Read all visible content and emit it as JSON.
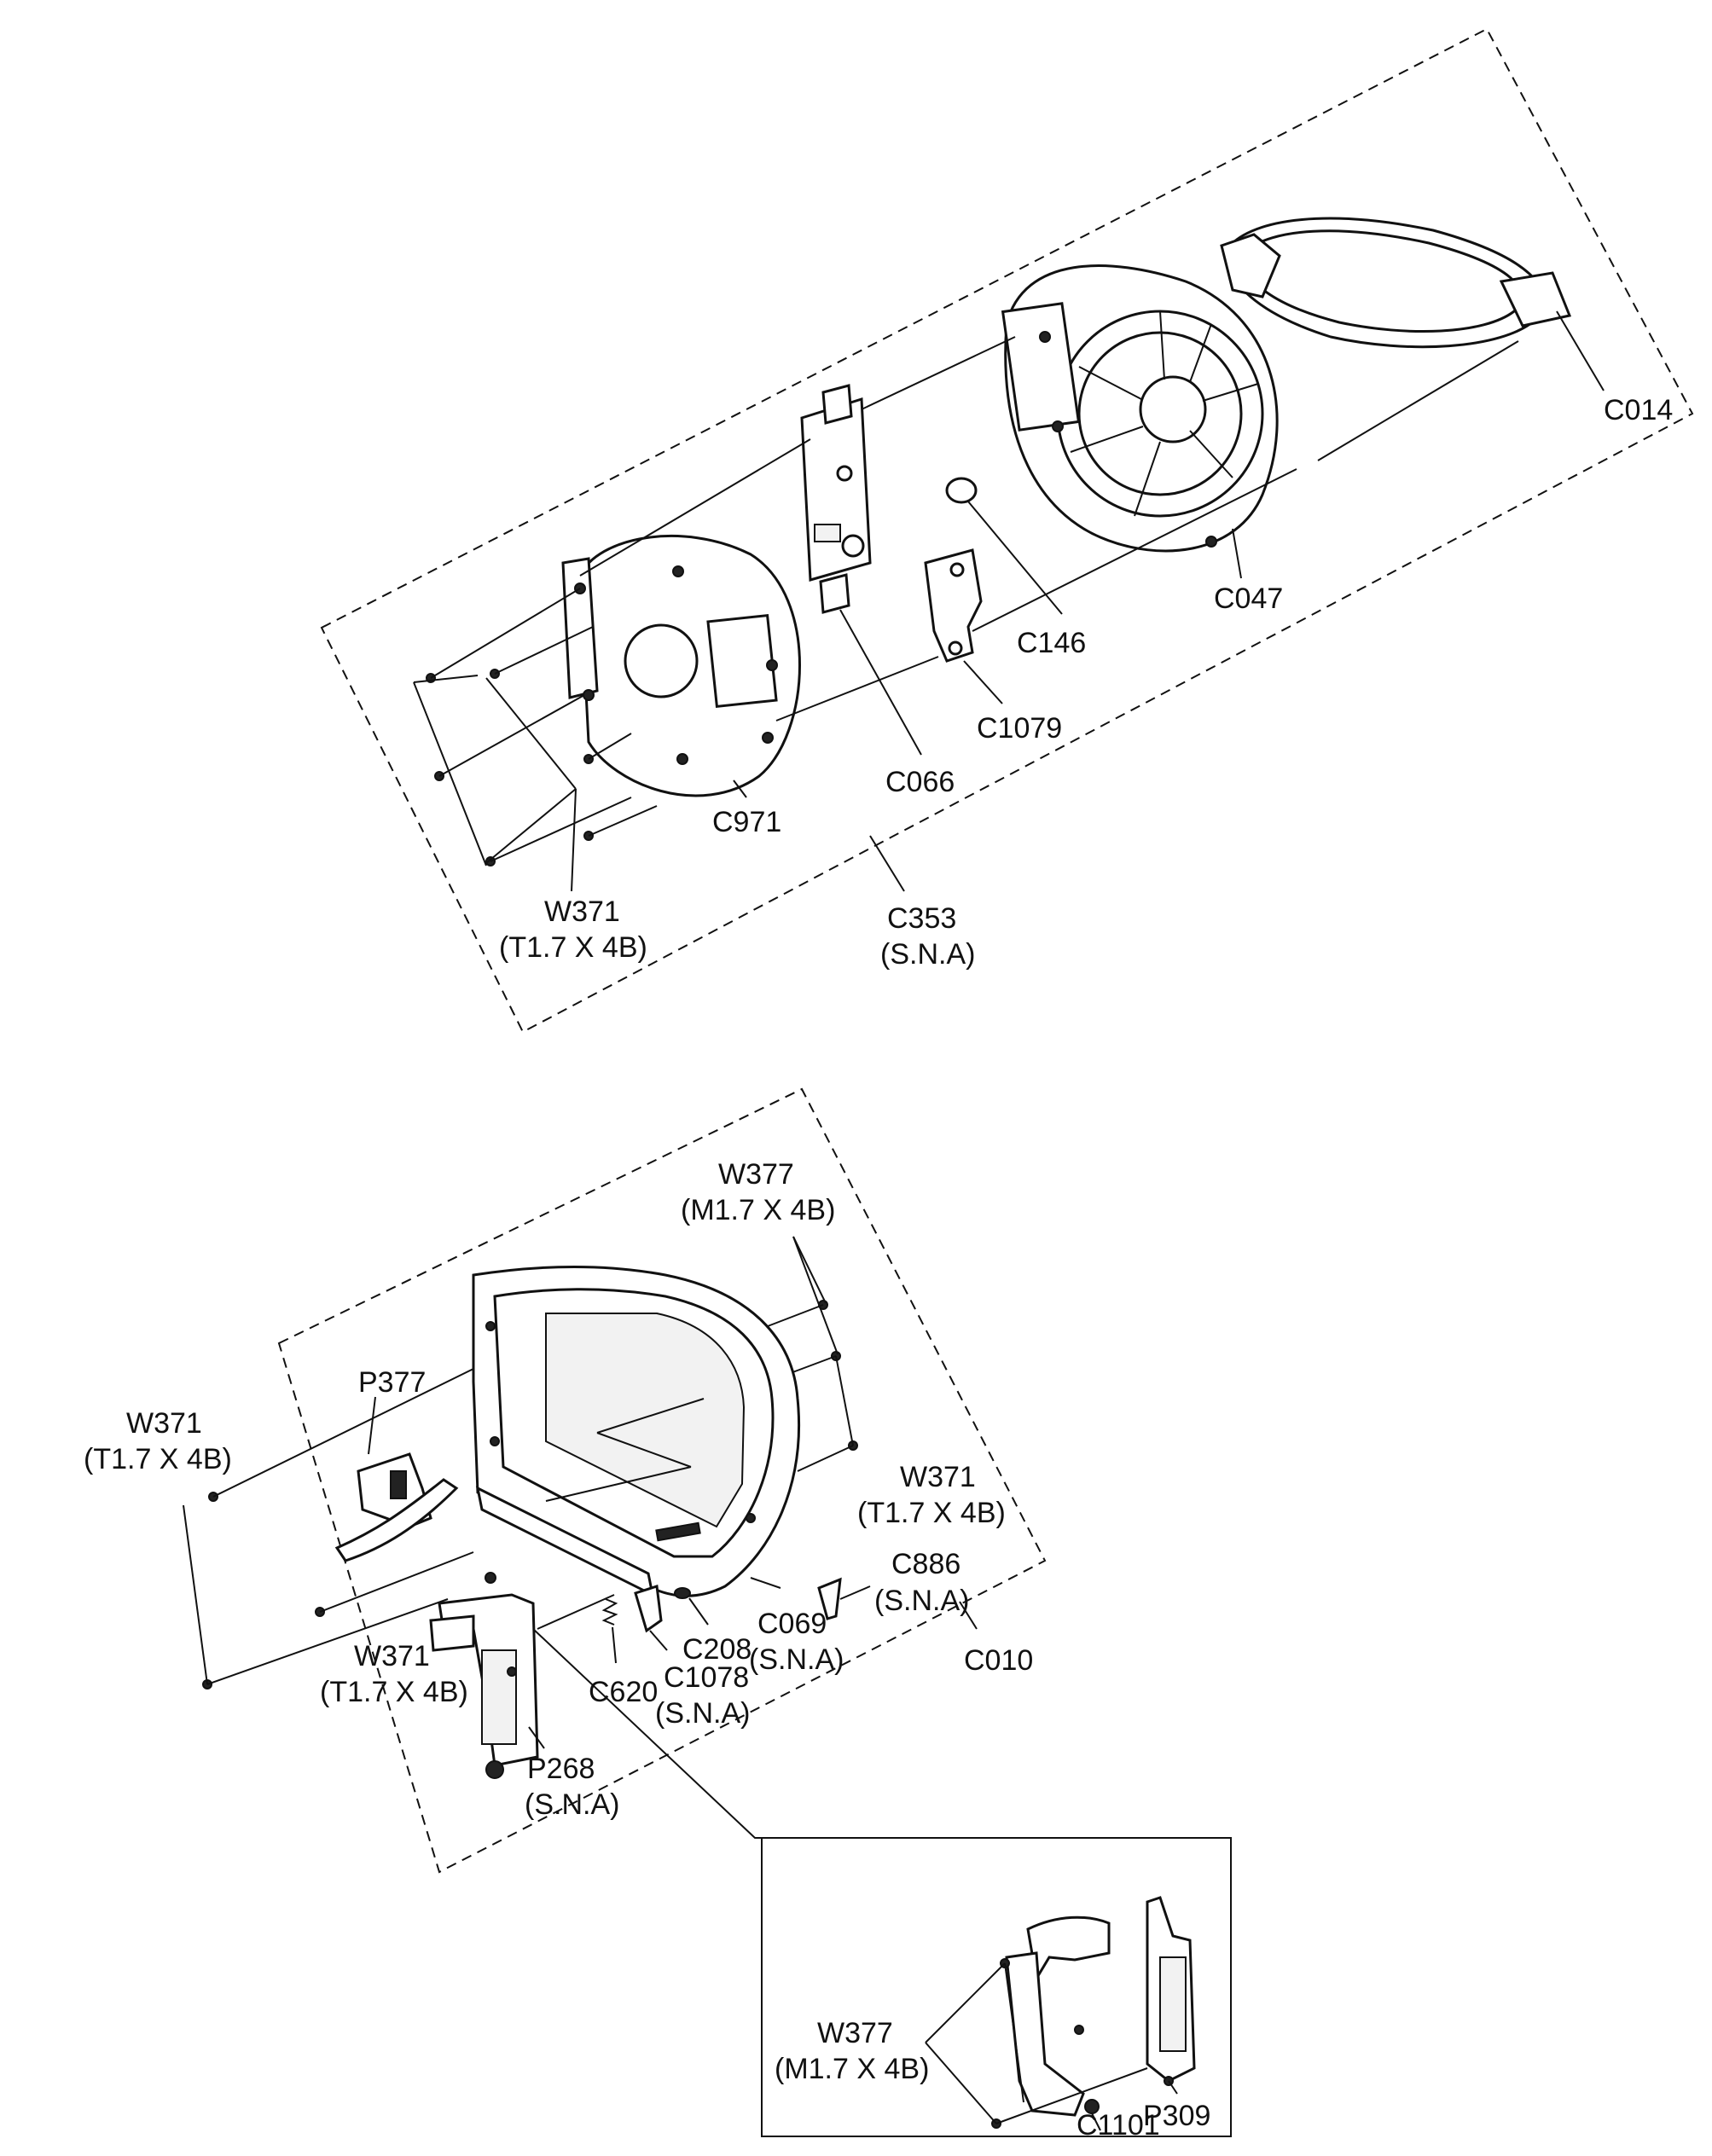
{
  "labels": {
    "c014": "C014",
    "c047": "C047",
    "c146": "C146",
    "c1079": "C1079",
    "c066": "C066",
    "c971": "C971",
    "w371_top": "W371",
    "w371_top_spec": "(T1.7 X 4B)",
    "c353": "C353",
    "c353_spec": "(S.N.A)",
    "w377_top": "W377",
    "w377_top_spec": "(M1.7 X 4B)",
    "p377": "P377",
    "w371_left": "W371",
    "w371_left_spec": "(T1.7 X 4B)",
    "w371_right": "W371",
    "w371_right_spec": "(T1.7 X 4B)",
    "c886": "C886",
    "c886_spec": "(S.N.A)",
    "c010": "C010",
    "w371_bottom": "W371",
    "w371_bottom_spec": "(T1.7 X 4B)",
    "c208": "C208",
    "c069": "C069",
    "c069_spec": "(S.N.A)",
    "c620": "C620",
    "c1078": "C1078",
    "c1078_spec": "(S.N.A)",
    "p268": "P268",
    "p268_spec": "(S.N.A)",
    "w377_inset": "W377",
    "w377_inset_spec": "(M1.7 X 4B)",
    "c1101": "C1101",
    "p309": "P309"
  }
}
